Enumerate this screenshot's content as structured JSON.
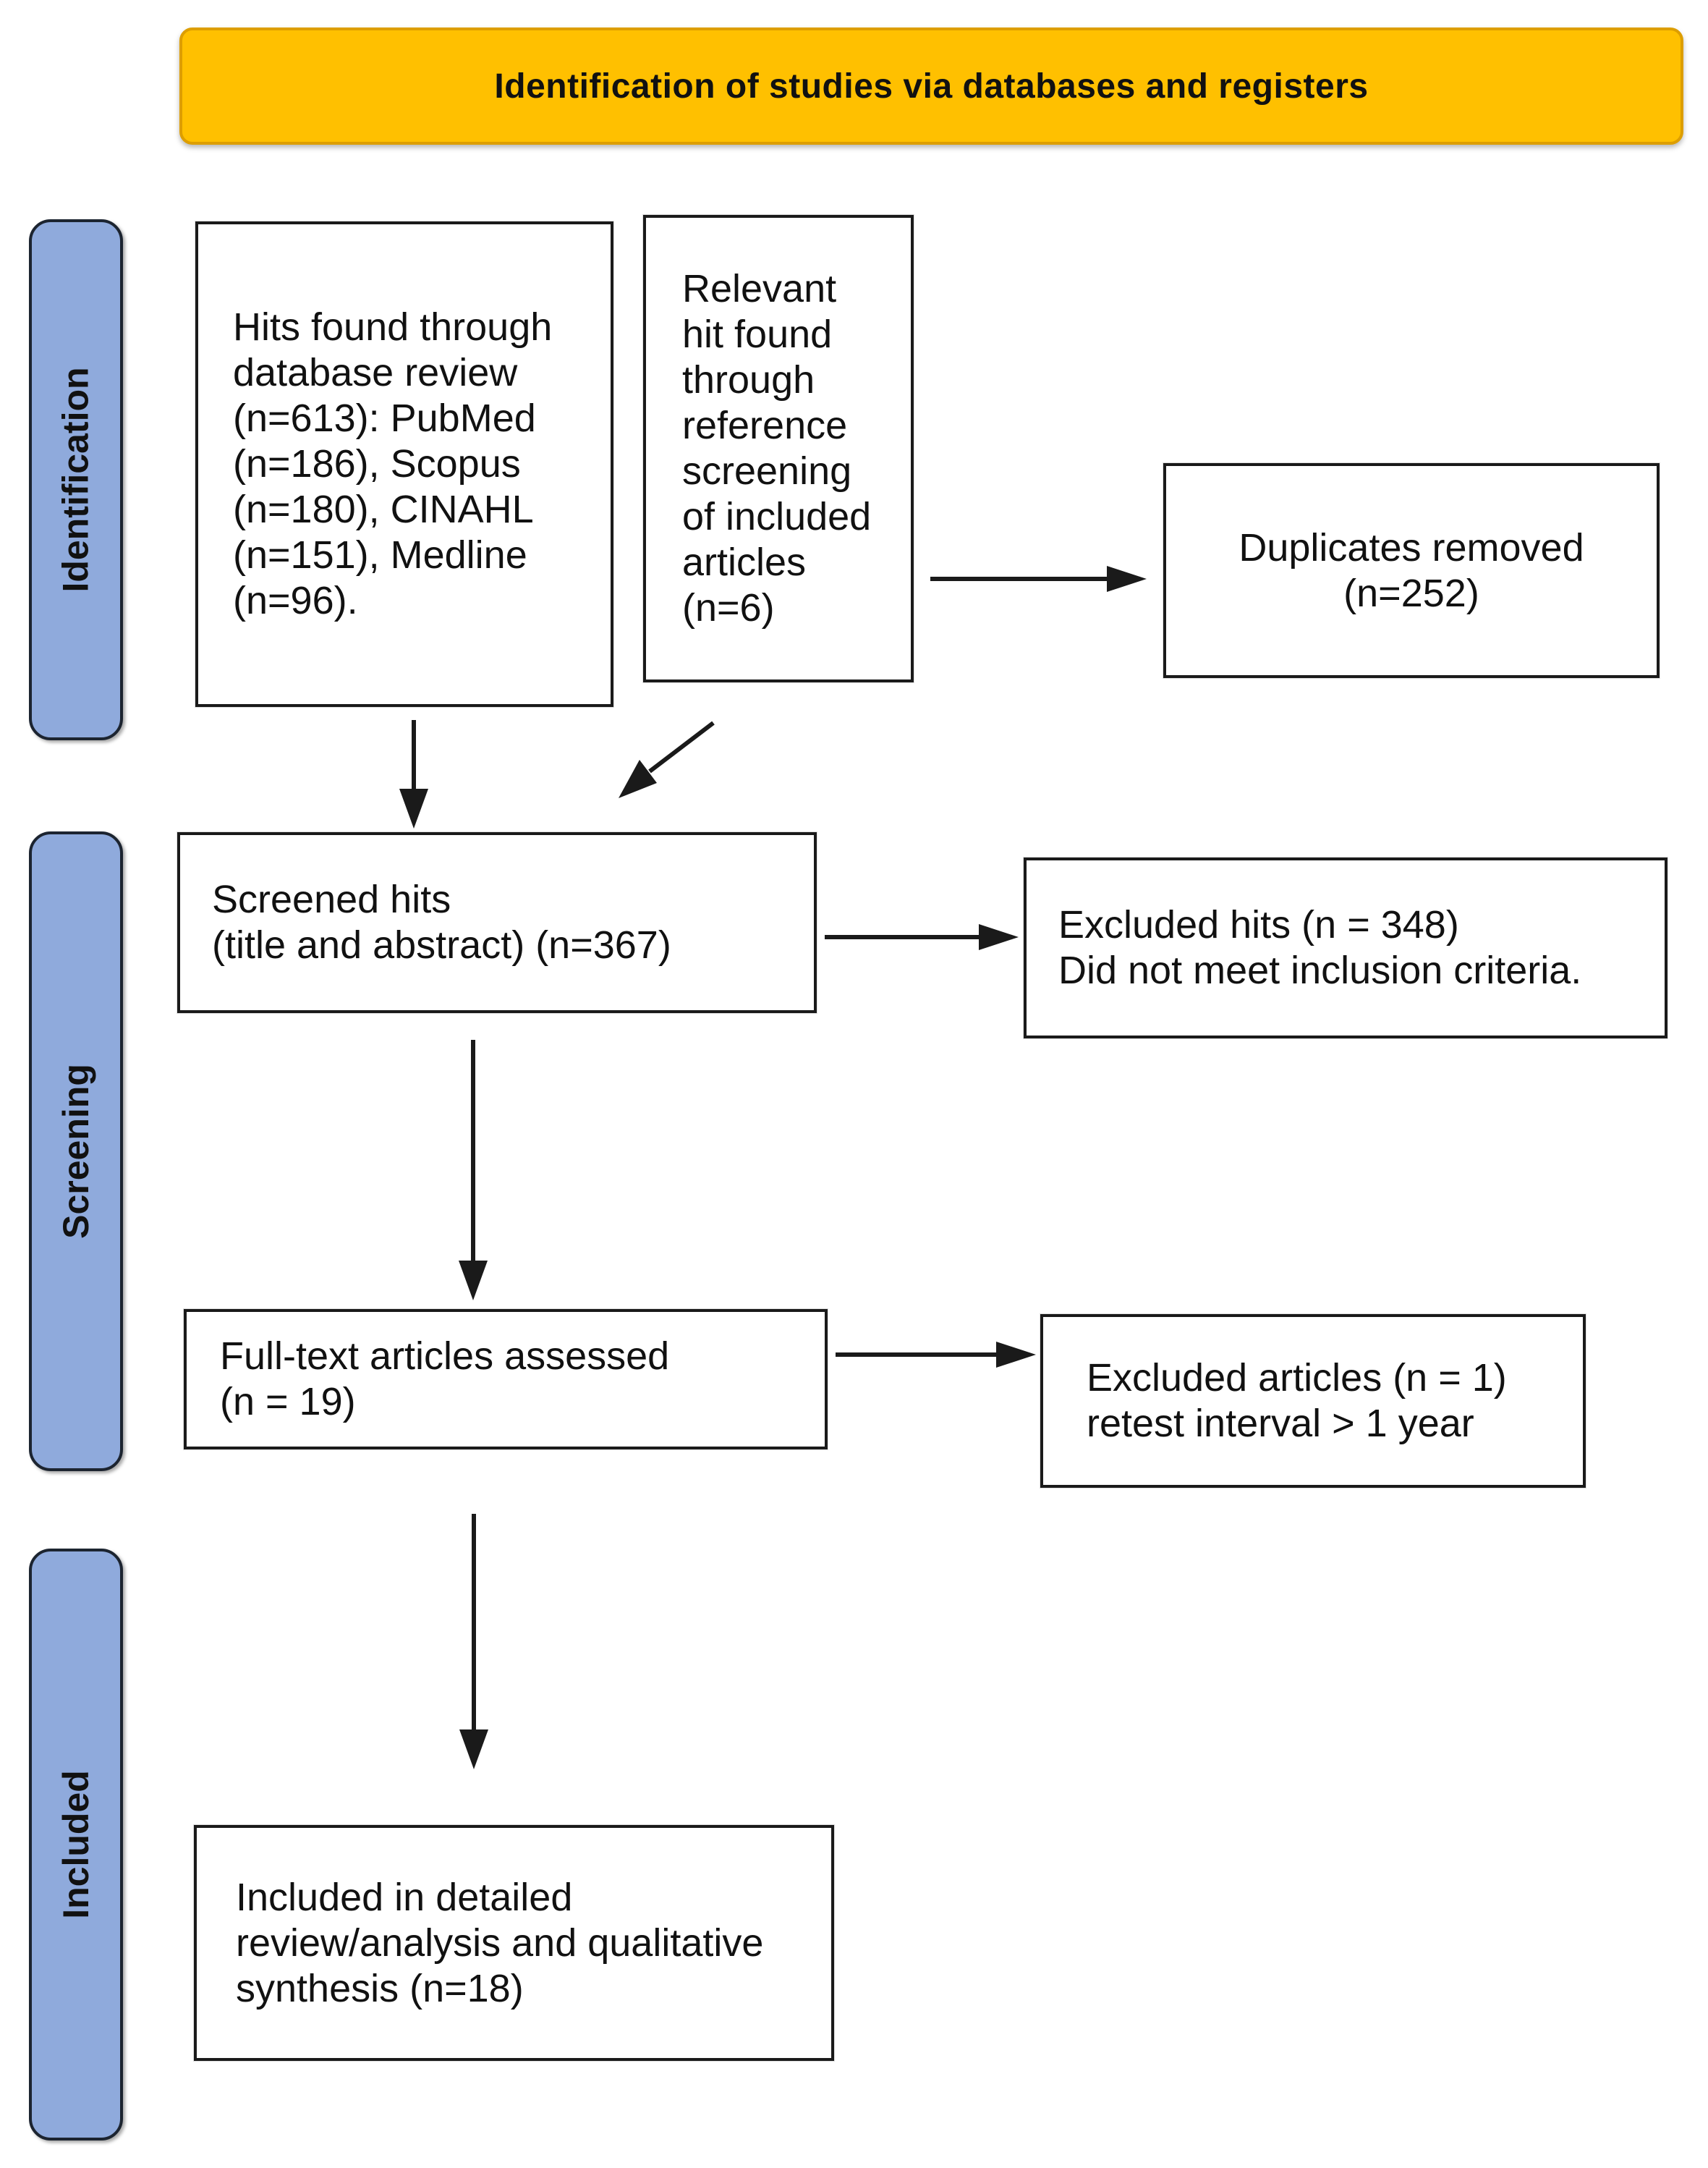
{
  "header": {
    "title": "Identification of studies via databases and registers"
  },
  "stages": {
    "identification": "Identification",
    "screening": "Screening",
    "included": "Included"
  },
  "boxes": {
    "database_hits": "Hits found through\ndatabase review\n(n=613): PubMed\n(n=186), Scopus\n(n=180), CINAHL\n(n=151), Medline\n(n=96).",
    "reference_hit": "Relevant\nhit found\nthrough\nreference\nscreening\nof included\narticles\n(n=6)",
    "duplicates_removed": "Duplicates removed\n(n=252)",
    "screened_hits": "Screened hits\n (title and abstract) (n=367)",
    "excluded_hits": "Excluded hits (n = 348)\nDid not meet inclusion criteria.",
    "full_text_assessed": "Full-text articles assessed\n(n = 19)",
    "excluded_articles": "Excluded articles (n = 1)\nretest interval > 1 year",
    "included_synthesis": "Included in detailed\nreview/analysis and qualitative\nsynthesis (n=18)"
  },
  "colors": {
    "banner_fill": "#FFC000",
    "banner_border": "#DD9E00",
    "stage_fill": "#8FAADC",
    "box_border": "#1a1a1a",
    "arrow": "#1a1a1a"
  }
}
